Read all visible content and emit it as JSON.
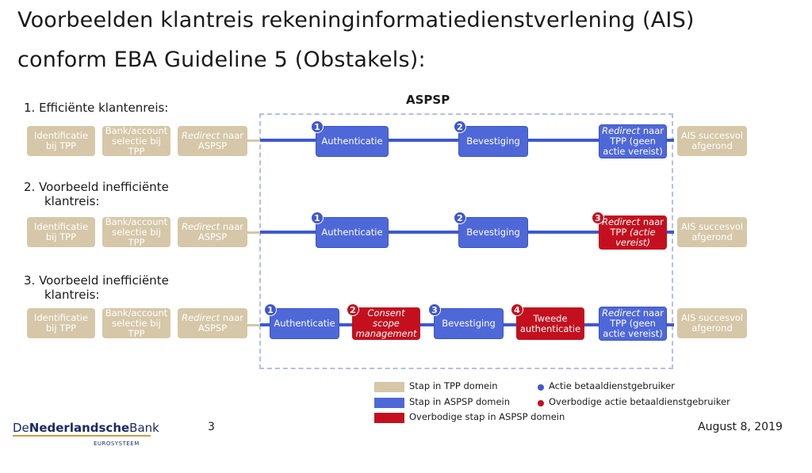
{
  "title": {
    "line1": "Voorbeelden klantreis rekeninginformatiedienstverlening (AIS)",
    "line2": "conform EBA Guideline 5 (Obstakels):"
  },
  "aspsp_label": "ASPSP",
  "scenarios": [
    {
      "label_line1": "1.  Efficiënte klantenreis:",
      "label_line2": "",
      "steps": {
        "identificatie": "Identificatie bij TPP",
        "bank_account": "Bank/account selectie bij TPP",
        "redirect_aspsp_em": "Redirect",
        "redirect_aspsp_rest": " naar ASPSP",
        "s1": "Authenticatie",
        "s2": "Bevestiging",
        "s3_em": "Redirect",
        "s3_rest": " naar TPP (geen actie vereist)",
        "succes": "AIS succesvol afgerond"
      },
      "badges": [
        "1",
        "2"
      ]
    },
    {
      "label_line1": "2.  Voorbeeld inefficiënte",
      "label_line2": "klantreis:",
      "steps": {
        "identificatie": "Identificatie bij TPP",
        "bank_account": "Bank/account selectie bij TPP",
        "redirect_aspsp_em": "Redirect",
        "redirect_aspsp_rest": " naar ASPSP",
        "s1": "Authenticatie",
        "s2": "Bevestiging",
        "s3_em": "Redirect",
        "s3_rest_a": " naar TPP ",
        "s3_rest_em": "(actie vereist)",
        "succes": "AIS succesvol afgerond"
      },
      "badges": [
        "1",
        "2",
        "3"
      ]
    },
    {
      "label_line1": "3.  Voorbeeld inefficiënte",
      "label_line2": "klantreis:",
      "steps": {
        "identificatie": "Identificatie bij TPP",
        "bank_account": "Bank/account selectie bij TPP",
        "redirect_aspsp_em": "Redirect",
        "redirect_aspsp_rest": " naar ASPSP",
        "s1": "Authenticatie",
        "s2": "Consent scope management",
        "s3": "Bevestiging",
        "s4": "Tweede authenticatie",
        "s5_em": "Redirect",
        "s5_rest": " naar TPP (geen actie vereist)",
        "succes": "AIS succesvol afgerond"
      },
      "badges": [
        "1",
        "2",
        "3",
        "4"
      ]
    }
  ],
  "legend": {
    "tpp": "Stap in TPP domein",
    "aspsp": "Stap in ASPSP domein",
    "overbodig": "Overbodige stap in ASPSP domein",
    "actie": "Actie betaaldienstgebruiker",
    "overbodige_actie": "Overbodige actie betaaldienstgebruiker"
  },
  "footer": {
    "logo_part1": "De",
    "logo_part2": "Nederlandsche",
    "logo_part3": "Bank",
    "logo_sub": "EUROSYSTEEM",
    "page_number": "3",
    "date": "August 8, 2019"
  },
  "colors": {
    "tpp": "#d5c7a8",
    "aspsp": "#4f68d8",
    "overbodig": "#c4101e",
    "dashed_border": "#b4bfe8"
  }
}
